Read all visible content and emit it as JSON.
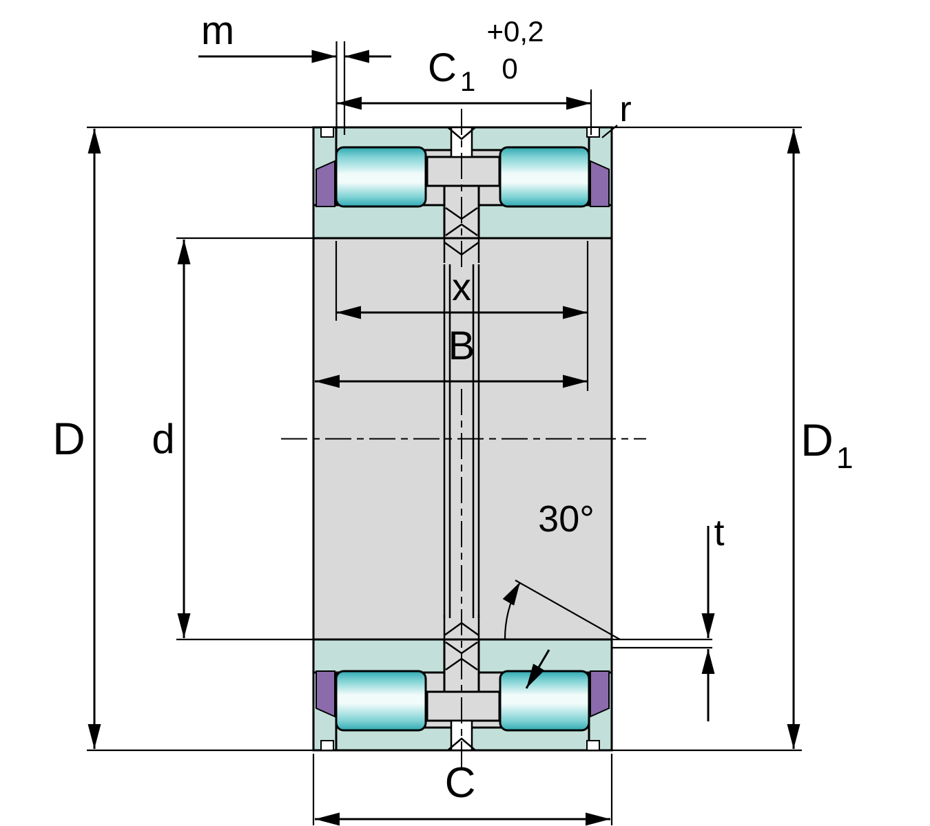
{
  "drawing": {
    "type": "technical-section-drawing",
    "subject": "Double-row sealed cylindrical roller bearing cross-section with dimension annotations",
    "colors": {
      "ring_section_teal": "#c2e0d9",
      "roller_dark_teal": "#2fa9b2",
      "roller_highlight": "#f0fbfa",
      "seal_purple": "#8b6bab",
      "body_gray": "#d9d9d9",
      "line_black": "#000000",
      "background": "#ffffff"
    },
    "dimensions": {
      "m": "m",
      "c1": "C",
      "c1_sub": "1",
      "c1_tol_plus": "+0,2",
      "c1_tol_zero": "0",
      "r": "r",
      "x": "x",
      "b": "B",
      "outer_diameter": "D",
      "bore_diameter": "d",
      "d1": "D",
      "d1_sub": "1",
      "seal_angle": "30°",
      "t": "t",
      "c": "C"
    }
  }
}
